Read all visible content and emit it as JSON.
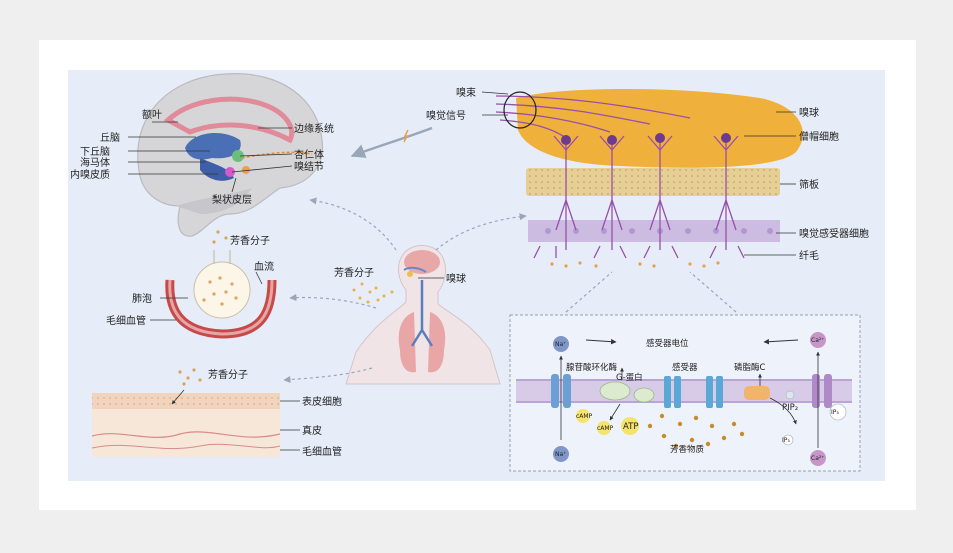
{
  "brain": {
    "frontal_lobe": "额叶",
    "limbic_system": "边缘系统",
    "thalamus": "丘脑",
    "hypothalamus": "下丘脑",
    "hippocampus": "海马体",
    "entorhinal_cortex": "内嗅皮质",
    "amygdala": "杏仁体",
    "olfactory_ganglion": "嗅结节",
    "piriform_cortex": "梨状皮层"
  },
  "bulb": {
    "olfactory_tract": "嗅束",
    "olfactory_signal": "嗅觉信号",
    "olfactory_bulb": "嗅球",
    "mitral_cell": "僧帽细胞",
    "cribriform_plate": "筛板",
    "receptor_cell": "嗅觉感受器细胞",
    "cilia": "纤毛"
  },
  "human": {
    "aroma_molecule": "芳香分子",
    "olfactory_bulb": "嗅球"
  },
  "lung": {
    "aroma_molecule": "芳香分子",
    "blood_flow": "血流",
    "alveolus": "肺泡",
    "capillary": "毛细血管"
  },
  "skin": {
    "aroma_molecule": "芳香分子",
    "epidermal_cell": "表皮细胞",
    "dermis": "真皮",
    "capillary": "毛细血管"
  },
  "pathway": {
    "receptor_potential": "感受器电位",
    "adenylyl_cyclase": "腺苷酸环化酶",
    "g_protein": "G-蛋白",
    "receptor": "感受器",
    "phospholipase_c": "磷脂酶C",
    "pip2": "PIP₂",
    "ip3_a": "IP₃",
    "ip3_b": "IP₃",
    "camp_a": "cAMP",
    "camp_b": "cAMP",
    "atp": "ATP",
    "odorant": "芳香物质",
    "na_top": "Na⁺",
    "na_bottom": "Na⁺",
    "ca_top": "Ca²⁺",
    "ca_bottom": "Ca²⁺"
  },
  "colors": {
    "panel_bg": "#e6edf8",
    "olfactory_bulb": "#f0b13c",
    "cribriform": "#e6cf95",
    "neuron": "#9a4fa8",
    "blood": "#c64a4a",
    "membrane": "#c9b6df",
    "receptor": "#5aa8d6"
  }
}
